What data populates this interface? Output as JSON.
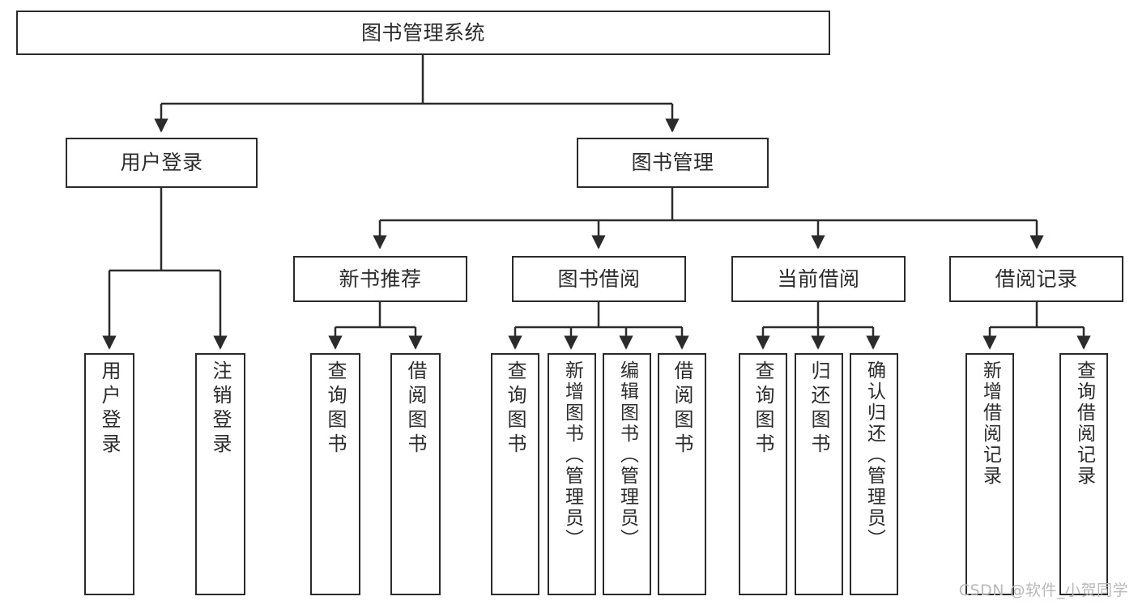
{
  "diagram": {
    "title_node": {
      "label": "图书管理系统"
    },
    "level2": [
      {
        "id": "user-login",
        "label": "用户登录"
      },
      {
        "id": "book-management",
        "label": "图书管理"
      }
    ],
    "level3": [
      {
        "id": "new-book-recommend",
        "label": "新书推荐"
      },
      {
        "id": "book-borrow",
        "label": "图书借阅"
      },
      {
        "id": "current-borrow",
        "label": "当前借阅"
      },
      {
        "id": "borrow-record",
        "label": "借阅记录"
      }
    ],
    "leaves": {
      "user_login": [
        {
          "id": "leaf-user-login",
          "label": "用户登录"
        },
        {
          "id": "leaf-logout-login",
          "label": "注销登录"
        }
      ],
      "new_book_recommend": [
        {
          "id": "leaf-query-book-1",
          "label": "查询图书"
        },
        {
          "id": "leaf-borrow-book-1",
          "label": "借阅图书"
        }
      ],
      "book_borrow": [
        {
          "id": "leaf-query-book-2",
          "label": "查询图书"
        },
        {
          "id": "leaf-add-book-admin",
          "label": "新增图书（管理员）"
        },
        {
          "id": "leaf-edit-book-admin",
          "label": "编辑图书（管理员）"
        },
        {
          "id": "leaf-borrow-book-2",
          "label": "借阅图书"
        }
      ],
      "current_borrow": [
        {
          "id": "leaf-query-book-3",
          "label": "查询图书"
        },
        {
          "id": "leaf-return-book",
          "label": "归还图书"
        },
        {
          "id": "leaf-confirm-return-admin",
          "label": "确认归还（管理员）"
        }
      ],
      "borrow_record": [
        {
          "id": "leaf-add-borrow-record",
          "label": "新增借阅记录"
        },
        {
          "id": "leaf-query-borrow-record",
          "label": "查询借阅记录"
        }
      ]
    }
  },
  "watermark": {
    "text": "CSDN @软件_小贺同学"
  },
  "colors": {
    "stroke": "#2b2b2b",
    "background": "#ffffff",
    "text": "#2b2b2b",
    "watermark": "#b9b9b9"
  }
}
